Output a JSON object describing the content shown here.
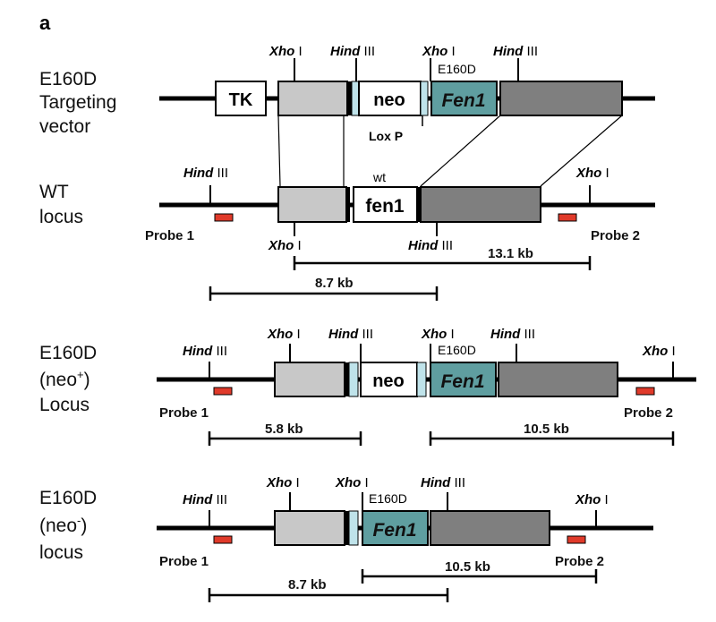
{
  "panel_letter": "a",
  "row_labels": {
    "targeting": [
      "E160D",
      "Targeting",
      "vector"
    ],
    "wt": [
      "WT",
      "locus"
    ],
    "neo_plus": [
      "E160D",
      "(neo",
      "+",
      ")",
      "Locus"
    ],
    "neo_minus": [
      "E160D",
      "(neo",
      "-",
      ")",
      "locus"
    ]
  },
  "sites": {
    "xho_italic": "Xho",
    "xho_roman": " I",
    "hind_italic": "Hind",
    "hind_roman": " III"
  },
  "box_labels": {
    "tk": "TK",
    "neo": "neo",
    "fen1_mutant": "Fen1",
    "fen1_wt": "fen1"
  },
  "annotations": {
    "e160d": "E160D",
    "loxp": "Lox P",
    "wt": "wt",
    "probe1": "Probe 1",
    "probe2": "Probe 2"
  },
  "fragments": {
    "wt_xho": "13.1 kb",
    "wt_hind": "8.7 kb",
    "neo_plus_hind": "5.8 kb",
    "neo_plus_xho": "10.5 kb",
    "neo_minus_xho": "10.5 kb",
    "neo_minus_hind": "8.7 kb"
  },
  "colors": {
    "light_gray_arm": "#c8c8c8",
    "dark_gray_arm": "#7f7f7f",
    "fen1_teal": "#5f9ea0",
    "loxp_light_blue": "#bfe3ea",
    "probe_red": "#e03a2a"
  }
}
